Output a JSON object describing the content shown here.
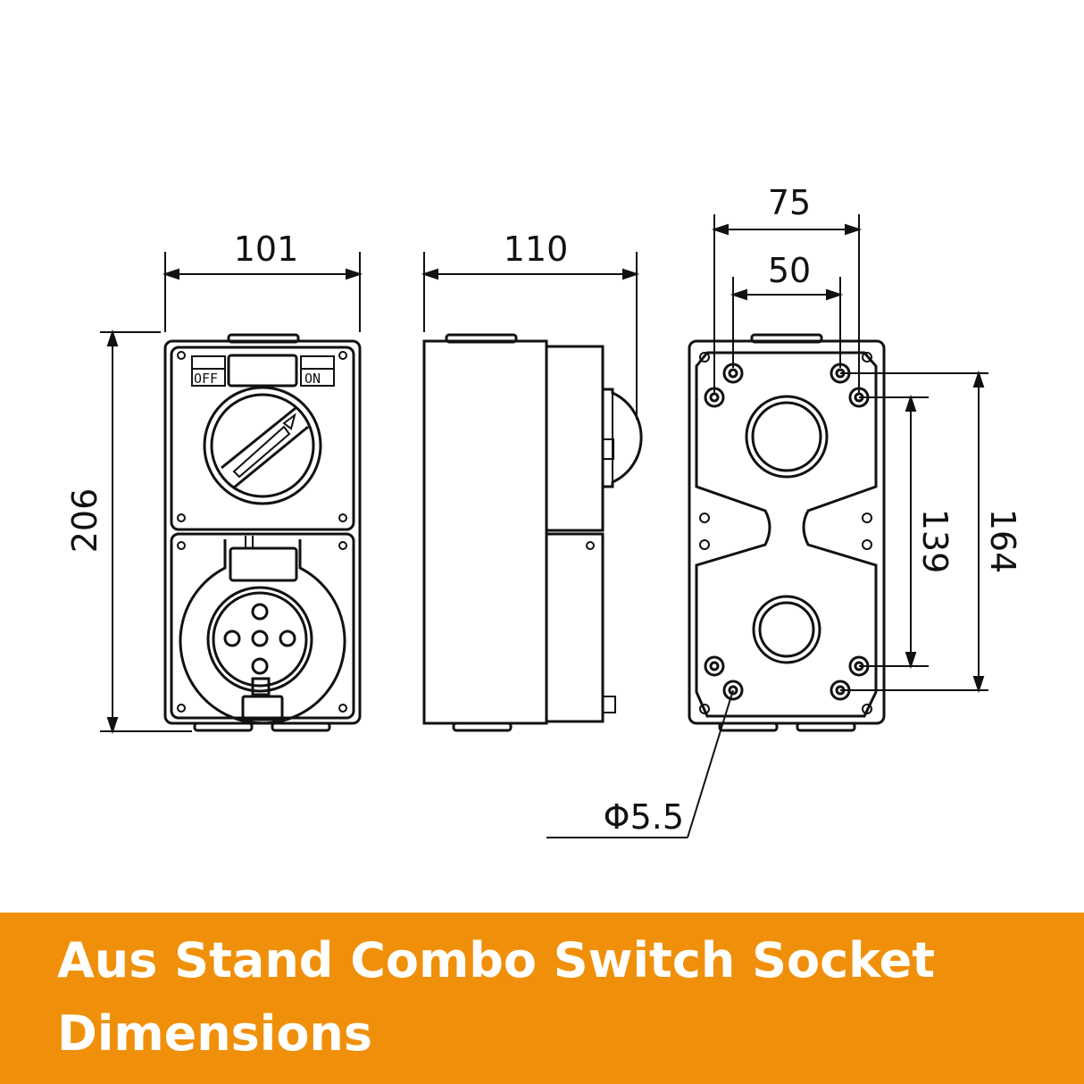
{
  "dimensions": {
    "front_width": "101",
    "front_height": "206",
    "side_depth": "110",
    "rear_outer_hole_spacing": "75",
    "rear_inner_hole_spacing": "50",
    "rear_inner_vertical": "139",
    "rear_outer_vertical": "164",
    "hole_diameter": "Φ5.5"
  },
  "switch_labels": {
    "off": "OFF",
    "on": "ON"
  },
  "banner": {
    "title_line1": "Aus Stand Combo Switch Socket",
    "title_line2": "Dimensions",
    "color": "#F0900A"
  }
}
